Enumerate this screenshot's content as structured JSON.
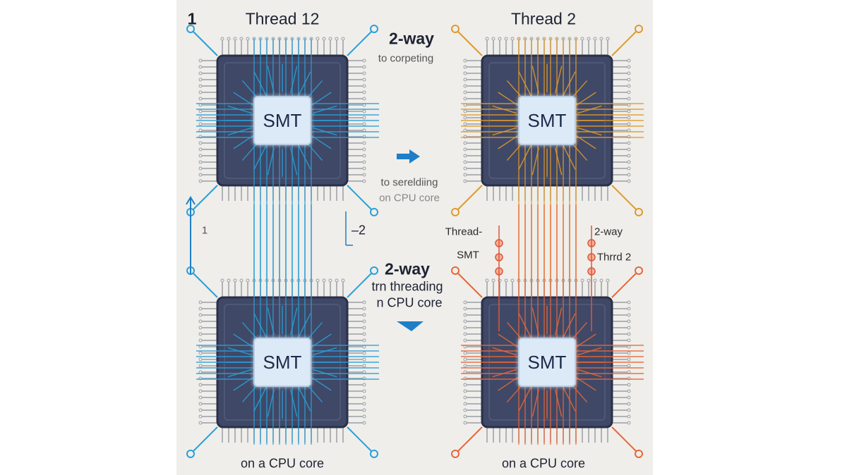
{
  "labels": {
    "corner_number": "1",
    "thread_left": "Thread 12",
    "thread_right": "Thread 2",
    "two_way_top": "2-way",
    "competing": "to corpeting",
    "serializing": "to sereldiing",
    "on_cpu_core_mid": "on CPU core",
    "left_one": "1",
    "minus_two": "–2",
    "thread_dash": "Thread-",
    "smt_side": "SMT",
    "two_way_right": "2-way",
    "thrrd_2": "Thrrd 2",
    "two_way_mid": "2-way",
    "trn_threading": "trn threading",
    "n_cpu_core": "n CPU core",
    "bottom_left": "on a CPU core",
    "bottom_right": "on a CPU core"
  },
  "chips": [
    {
      "id": "top-left",
      "label": "SMT",
      "wire_color": "#2b9fd9"
    },
    {
      "id": "top-right",
      "label": "SMT",
      "wire_color": "#e09a2c"
    },
    {
      "id": "bottom-left",
      "label": "SMT",
      "wire_color": "#2b9fd9"
    },
    {
      "id": "bottom-right",
      "label": "SMT",
      "wire_color": "#e8673a"
    }
  ],
  "colors": {
    "background": "#efeeea",
    "chip_body": "#3f4866",
    "pin": "#9a9ea6",
    "arrow": "#1e7fc8"
  }
}
